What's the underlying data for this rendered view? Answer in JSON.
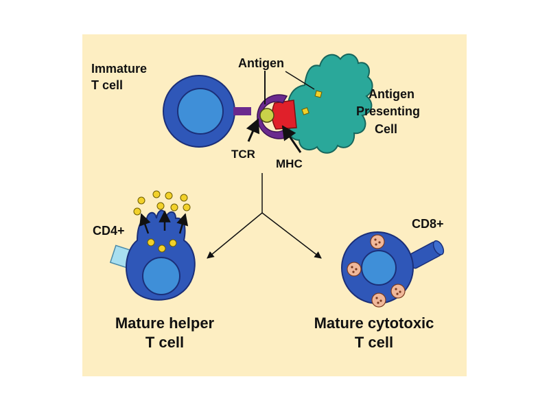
{
  "labels": {
    "immature_t_cell_line1": "Immature",
    "immature_t_cell_line2": "T cell",
    "antigen": "Antigen",
    "apc_line1": "Antigen",
    "apc_line2": "Presenting",
    "apc_line3": "Cell",
    "tcr": "TCR",
    "mhc": "MHC",
    "cd4": "CD4+",
    "cd8": "CD8+",
    "helper_line1": "Mature helper",
    "helper_line2": "T cell",
    "cytotoxic_line1": "Mature cytotoxic",
    "cytotoxic_line2": "T cell"
  },
  "colors": {
    "background": "#fdeec2",
    "cell_dark_blue": "#2f57b8",
    "cell_nucleus_blue": "#3f8fd8",
    "tcr_purple": "#6a2a8e",
    "mhc_red": "#e0202a",
    "apc_teal": "#2aa89a",
    "antigen_yellow": "#f2d12a",
    "granule_pink": "#f0b89a"
  }
}
